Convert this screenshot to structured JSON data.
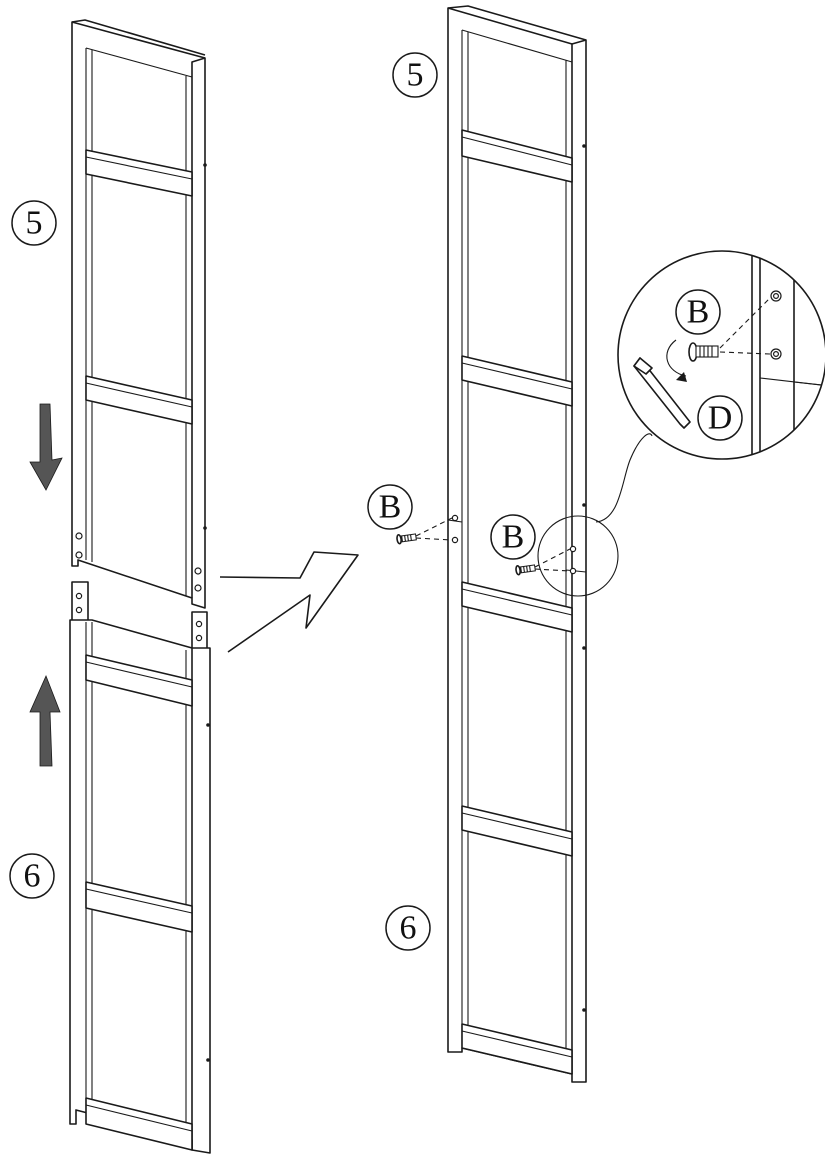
{
  "labels": {
    "part_top_left": "5",
    "part_bottom_left": "6",
    "part_top_right": "5",
    "part_bottom_right": "6",
    "screw_left": "B",
    "screw_right": "B",
    "detail_screw": "B",
    "detail_tool": "D"
  },
  "icons": {
    "arrow_down": "arrow-down-icon",
    "arrow_up": "arrow-up-icon",
    "assembly_arrow": "assembly-direction-arrow-icon",
    "allen_key": "allen-key-icon",
    "screw": "screw-icon"
  },
  "colors": {
    "line": "#1a1a1a",
    "arrow_fill": "#555555",
    "background": "#ffffff"
  }
}
